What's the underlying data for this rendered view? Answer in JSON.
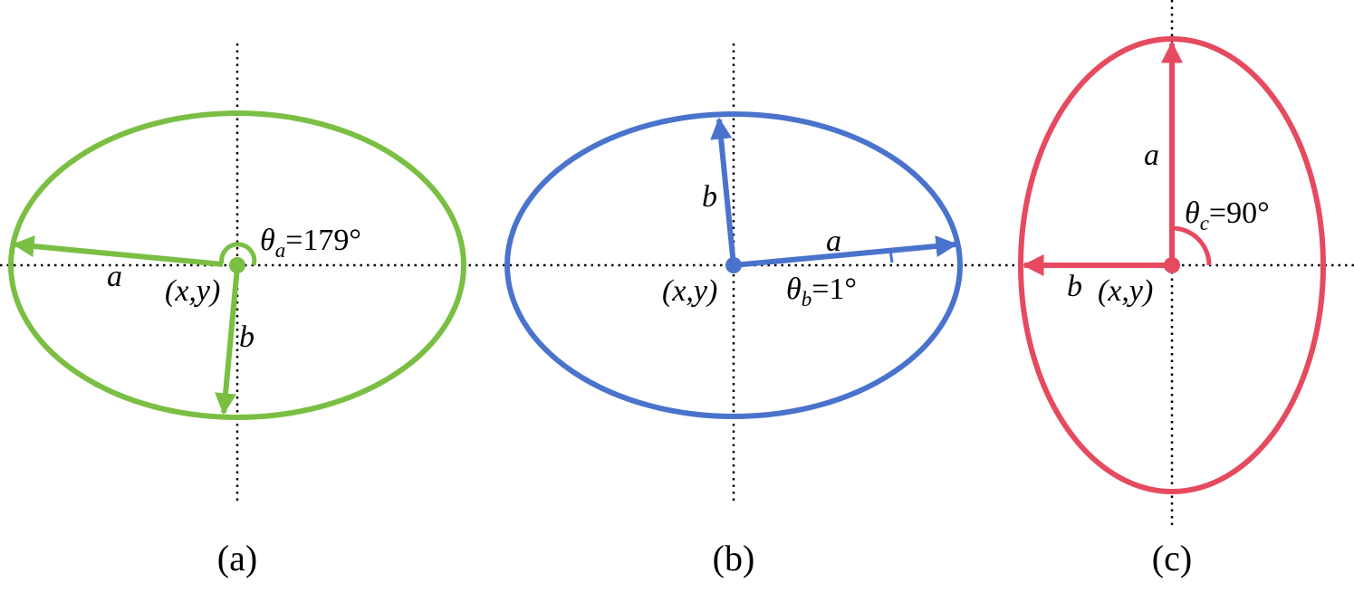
{
  "colors": {
    "green": "#7abf43",
    "blue": "#4a73cc",
    "red": "#e64a5f",
    "axis": "#000000"
  },
  "panel_a": {
    "caption": "(a)",
    "theta_symbol": "θ",
    "theta_sub": "a",
    "theta_value": "=179°",
    "label_a": "a",
    "label_b": "b",
    "center_label": "(x,y)"
  },
  "panel_b": {
    "caption": "(b)",
    "theta_symbol": "θ",
    "theta_sub": "b",
    "theta_value": "=1°",
    "label_a": "a",
    "label_b": "b",
    "center_label": "(x,y)"
  },
  "panel_c": {
    "caption": "(c)",
    "theta_symbol": "θ",
    "theta_sub": "c",
    "theta_value": "=90°",
    "label_a": "a",
    "label_b": "b",
    "center_label": "(x,y)"
  }
}
